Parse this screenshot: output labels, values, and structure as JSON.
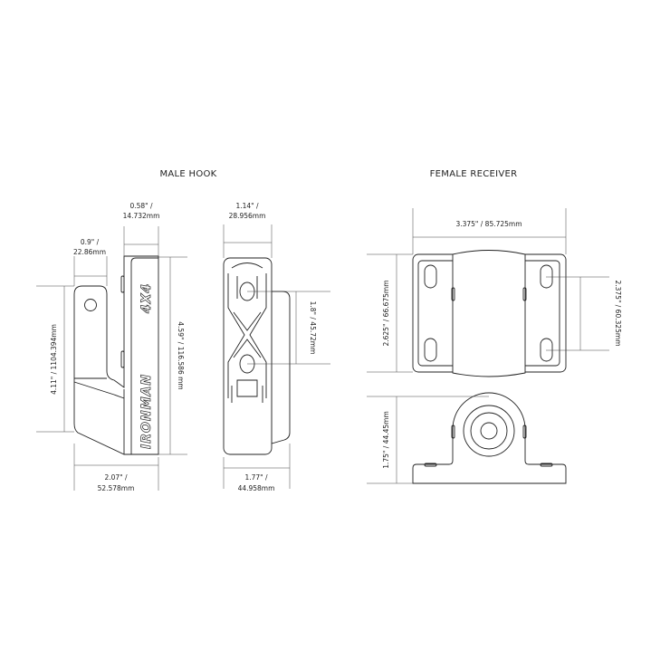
{
  "male_hook": {
    "title": "MALE HOOK",
    "logo": {
      "brand": "IRONMAN",
      "suffix": "4X4"
    },
    "dims": {
      "thickness": [
        "0.58\" /",
        "14.732mm"
      ],
      "hook_width": [
        "0.9\" /",
        "22.86mm"
      ],
      "hook_height": "4.11\" / 1104.394mm",
      "total_height": "4.59\" / 116.586 mm",
      "depth": [
        "2.07\" /",
        "52.578mm"
      ],
      "front_width": [
        "1.14\" /",
        "28.956mm"
      ],
      "hole_spacing": "1.8\" / 45.72mm",
      "front_depth": [
        "1.77\" /",
        "44.958mm"
      ]
    }
  },
  "female_receiver": {
    "title": "FEMALE RECEIVER",
    "dims": {
      "width": "3.375\" / 85.725mm",
      "length": "2.625\" / 66.675mm",
      "slot_spacing": "2.375\" / 60.325mm",
      "height": "1.75\" / 44.45mm"
    }
  }
}
